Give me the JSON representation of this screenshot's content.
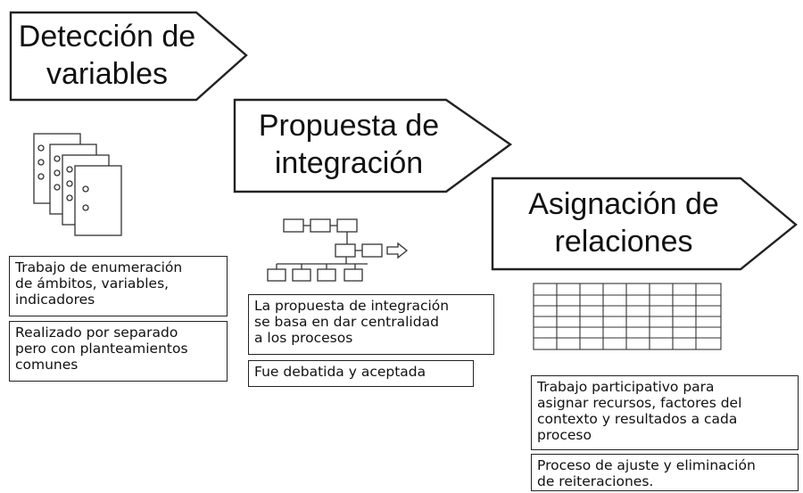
{
  "steps": [
    {
      "title": "Detección de\nvariables",
      "notes": [
        "Trabajo de enumeración\nde ámbitos, variables,\nindicadores",
        "Realizado por separado\npero con planteamientos\ncomunes"
      ],
      "icon": "document-stack-icon"
    },
    {
      "title": "Propuesta de\nintegración",
      "notes": [
        "La propuesta de integración\nse basa en dar centralidad\na los procesos",
        "Fue debatida y aceptada"
      ],
      "icon": "process-flow-icon"
    },
    {
      "title": "Asignación de\nrelaciones",
      "notes": [
        "Trabajo participativo para\nasignar recursos, factores del\ncontexto y resultados a cada\nproceso",
        "Proceso de ajuste y eliminación\nde reiteraciones."
      ],
      "icon": "grid-table-icon"
    }
  ],
  "colors": {
    "stroke": "#222222",
    "background": "#ffffff"
  }
}
